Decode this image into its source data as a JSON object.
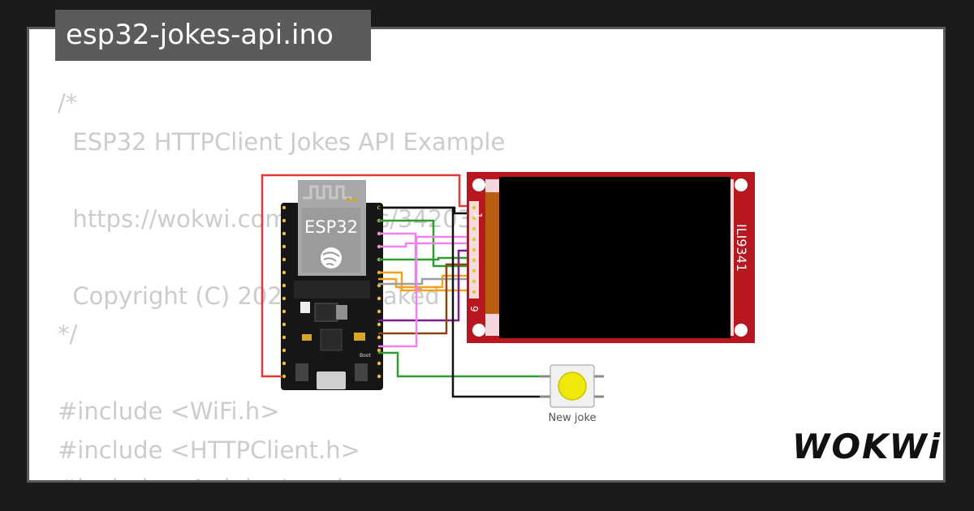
{
  "file_name": "esp32-jokes-api.ino",
  "code_lines": [
    "/*",
    "  ESP32 HTTPClient Jokes API Example",
    "",
    "  https://wokwi.com/projects/342032431249883731",
    "",
    "  Copyright (C) 2022, Uri Shaked",
    "*/",
    "",
    "#include <WiFi.h>",
    "#include <HTTPClient.h>",
    "#include <ArduinoJson.h>"
  ],
  "components": {
    "mcu": {
      "label": "ESP32",
      "boot_label": "Boot"
    },
    "display": {
      "label": "ILI9341",
      "pin_first": "1",
      "pin_last": "9"
    },
    "button": {
      "label": "New joke"
    }
  },
  "brand": "WOKWi",
  "colors": {
    "background": "#1b1b1b",
    "card": "#ffffff",
    "code_text": "#cccccc",
    "file_tag": "#5b5b5b",
    "display_board": "#b8171f",
    "wire_red": "#e53935",
    "wire_green": "#2e9e2e",
    "wire_orange": "#f2a21d",
    "wire_violet": "#ee82ee",
    "wire_purple": "#7a1f8c",
    "wire_brown": "#8b4513",
    "wire_gray": "#9e9e9e",
    "wire_black": "#111111",
    "button_cap": "#f0e80a"
  }
}
